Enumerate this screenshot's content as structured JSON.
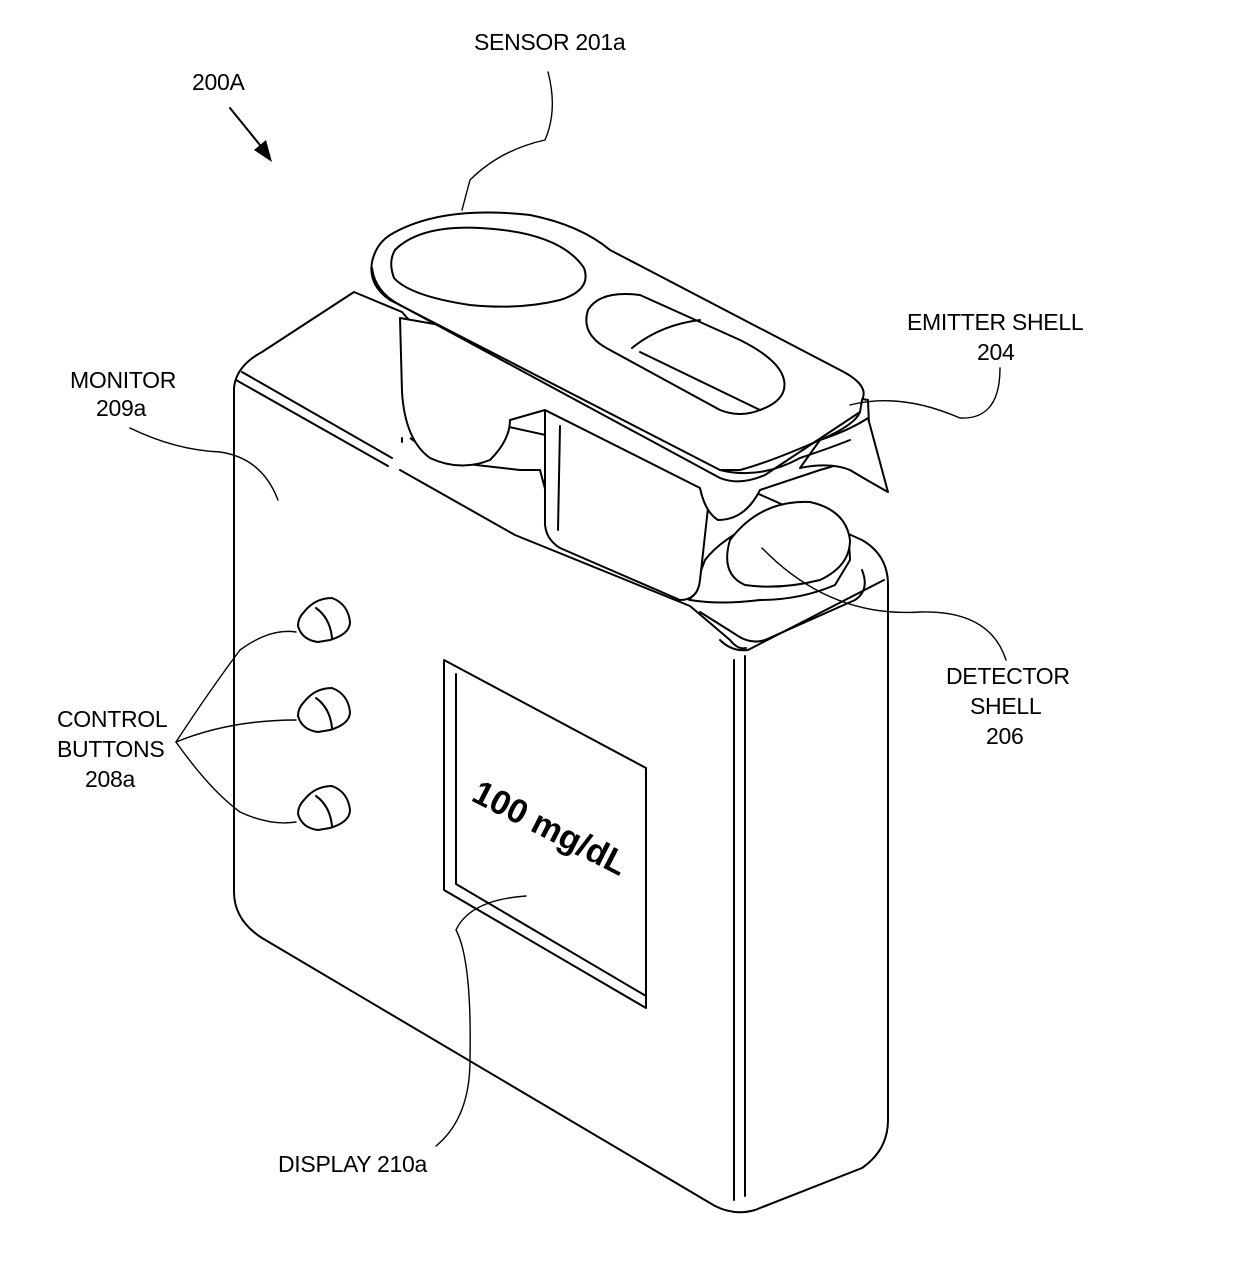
{
  "figure": {
    "ref": "200A",
    "display_reading": "100 mg/dL",
    "labels": {
      "sensor": "SENSOR 201a",
      "emitter_1": "EMITTER SHELL",
      "emitter_2": "204",
      "monitor_1": "MONITOR",
      "monitor_2": "209a",
      "detector_1": "DETECTOR",
      "detector_2": "SHELL",
      "detector_3": "206",
      "control_1": "CONTROL",
      "control_2": "BUTTONS",
      "control_3": "208a",
      "display": "DISPLAY 210a"
    }
  }
}
